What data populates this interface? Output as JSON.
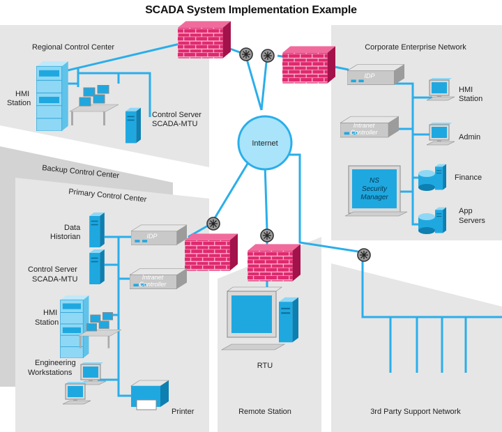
{
  "title": "SCADA System Implementation Example",
  "zones": {
    "regional": "Regional Control Center",
    "corporate": "Corporate Enterprise Network",
    "backup": "Backup Control Center",
    "primary": "Primary Control Center",
    "remote": "Remote Station",
    "third_party": "3rd Party Support Network"
  },
  "nodes": {
    "internet": "Internet",
    "regional_hmi": [
      "HMI",
      "Station"
    ],
    "regional_server": [
      "Control Server",
      "SCADA-MTU"
    ],
    "corp_idp": "IDP",
    "corp_intranet": [
      "Intranet",
      "Controller"
    ],
    "corp_ns": [
      "NS",
      "Security",
      "Manager"
    ],
    "corp_hmi": [
      "HMI",
      "Station"
    ],
    "corp_admin": "Admin",
    "corp_finance": "Finance",
    "corp_app": [
      "App",
      "Servers"
    ],
    "prim_historian": [
      "Data",
      "Historian"
    ],
    "prim_server": [
      "Control Server",
      "SCADA-MTU"
    ],
    "prim_hmi": [
      "HMI",
      "Station"
    ],
    "prim_eng": [
      "Engineering",
      "Workstations"
    ],
    "prim_printer": "Printer",
    "prim_idp": "IDP",
    "prim_intranet": [
      "Intranet",
      "Controller"
    ],
    "rtu": "RTU"
  },
  "colors": {
    "link": "#2aaeea",
    "firewall": "#d81b60",
    "zone": "#e6e6e6",
    "zone_dark": "#d3d3d3",
    "device": "#1fa8e0"
  }
}
